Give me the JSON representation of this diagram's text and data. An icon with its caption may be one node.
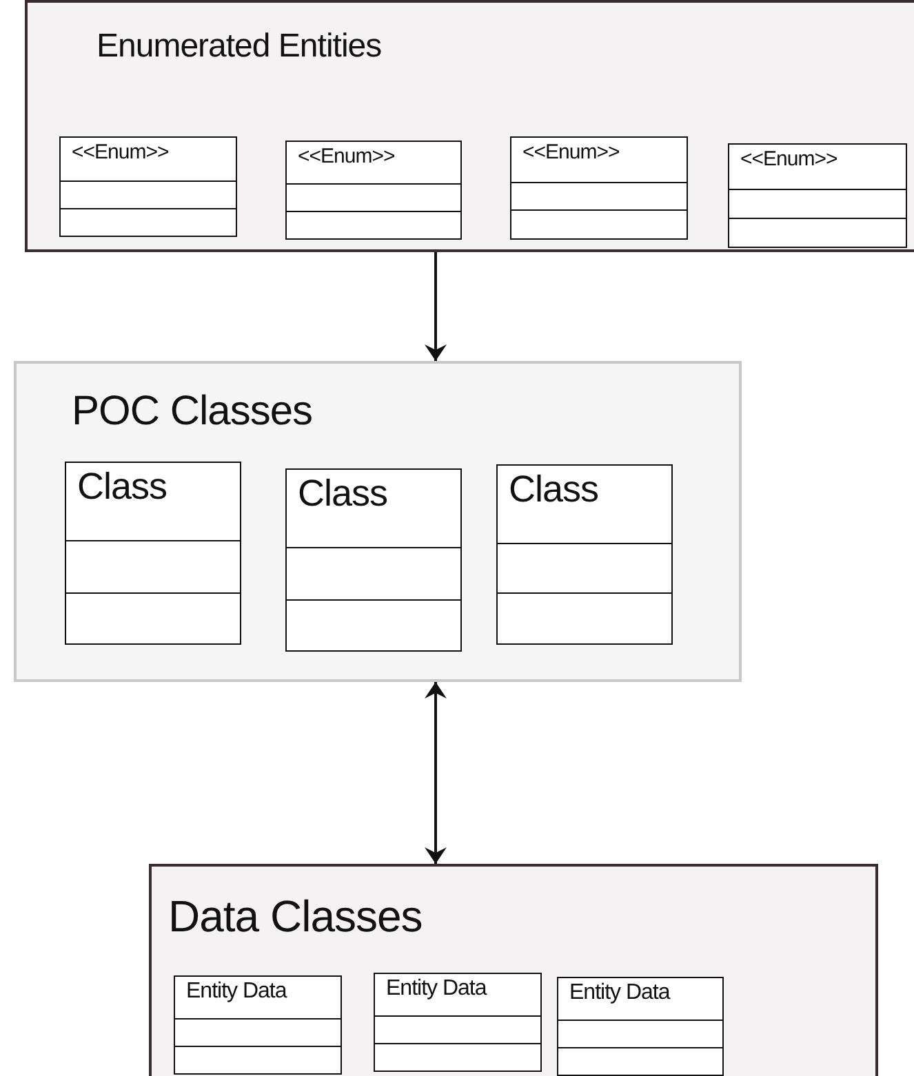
{
  "diagram": {
    "nodes": [
      {
        "text": [
          "Enumerated Entities"
        ]
      },
      {
        "text": [
          "<<Enum>>"
        ],
        "in": 0
      },
      {
        "text": [
          "<<Enum>>"
        ],
        "in": 0
      },
      {
        "text": [
          "<<Enum>>"
        ],
        "in": 0
      },
      {
        "text": [
          "<<Enum>>"
        ],
        "in": 0
      },
      {
        "text": [
          "POC Classes"
        ]
      },
      {
        "text": [
          "Class"
        ],
        "in": 5
      },
      {
        "text": [
          "Class"
        ],
        "in": 5
      },
      {
        "text": [
          "Class"
        ],
        "in": 5
      },
      {
        "text": [
          "Data Classes"
        ]
      },
      {
        "text": [
          "Entity Data"
        ],
        "in": 9
      },
      {
        "text": [
          "Entity Data"
        ],
        "in": 9
      },
      {
        "text": [
          "Entity Data"
        ],
        "in": 9
      }
    ],
    "edges": [
      {
        "from": 0,
        "to": 5,
        "arrow": "to"
      },
      {
        "from": 5,
        "to": 9,
        "arrow": "both"
      }
    ]
  }
}
